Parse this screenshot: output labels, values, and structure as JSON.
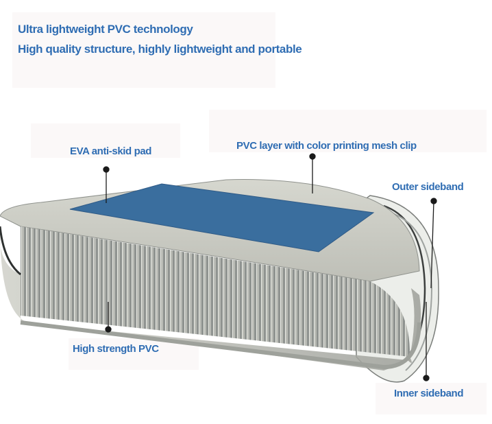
{
  "header": {
    "line1": "Ultra lightweight PVC technology",
    "line2": "High quality structure, highly lightweight and portable"
  },
  "callouts": {
    "eva_pad": "EVA anti-skid pad",
    "pvc_layer": "PVC layer with color printing mesh clip",
    "outer_sideband": "Outer sideband",
    "high_strength": "High strength PVC",
    "inner_sideband": "Inner sideband"
  },
  "colors": {
    "text": "#2f6db3",
    "pad": "#3a6e9e",
    "board": "#c9cac2",
    "fibers": "#8f9390"
  }
}
